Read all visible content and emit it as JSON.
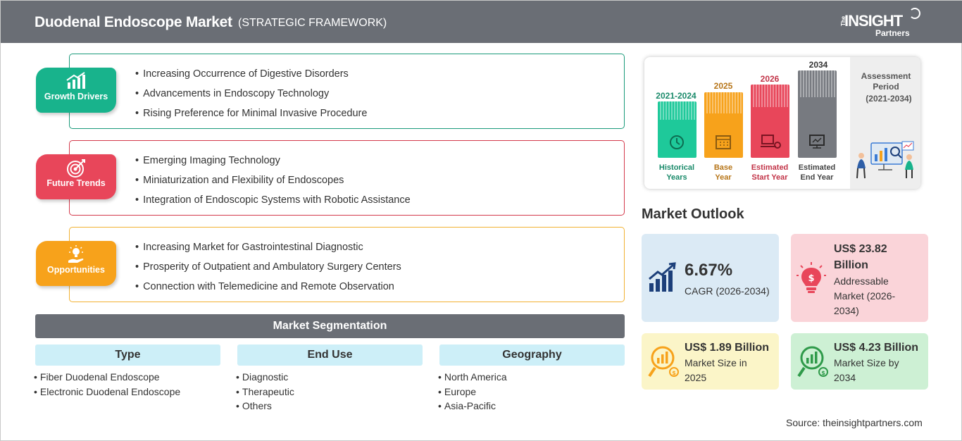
{
  "header": {
    "title": "Duodenal Endoscope Market",
    "subtitle": "(STRATEGIC FRAMEWORK)",
    "logo": {
      "the": "The",
      "insight": "INSIGHT",
      "partners": "Partners"
    }
  },
  "blocks": [
    {
      "badge": "Growth Drivers",
      "color": "#18b38c",
      "border": "#1a9a7a",
      "items": [
        "Increasing Occurrence of Digestive Disorders",
        "Advancements in Endoscopy Technology",
        "Rising Preference for Minimal Invasive Procedure"
      ]
    },
    {
      "badge": "Future Trends",
      "color": "#e8465a",
      "border": "#d43a4c",
      "items": [
        "Emerging Imaging Technology",
        "Miniaturization and Flexibility of Endoscopes",
        "Integration of Endoscopic Systems with Robotic Assistance"
      ]
    },
    {
      "badge": "Opportunities",
      "color": "#f7a21b",
      "border": "#f2b233",
      "items": [
        "Increasing Market for Gastrointestinal Diagnostic",
        "Prosperity of Outpatient and Ambulatory Surgery Centers",
        "Connection with Telemedicine and Remote Observation"
      ]
    }
  ],
  "segmentation": {
    "title": "Market Segmentation",
    "columns": [
      {
        "heading": "Type",
        "items": [
          "Fiber Duodenal Endoscope",
          "Electronic Duodenal Endoscope"
        ]
      },
      {
        "heading": "End Use",
        "items": [
          "Diagnostic",
          "Therapeutic",
          "Others"
        ]
      },
      {
        "heading": "Geography",
        "items": [
          "North America",
          "Europe",
          "Asia-Pacific"
        ]
      }
    ]
  },
  "assessment": {
    "title": "Assessment Period",
    "range": "(2021-2034)",
    "bars": [
      {
        "year": "2021-2024",
        "caption_1": "Historical",
        "caption_2": "Years",
        "color": "#1ec99a",
        "year_color": "#1a8a6a"
      },
      {
        "year": "2025",
        "caption_1": "Base",
        "caption_2": "Year",
        "color": "#f7a21b",
        "year_color": "#b7761a"
      },
      {
        "year": "2026",
        "caption_1": "Estimated",
        "caption_2": "Start Year",
        "color": "#e8465a",
        "year_color": "#c23448"
      },
      {
        "year": "2034",
        "caption_1": "Estimated",
        "caption_2": "End Year",
        "color": "#777a80",
        "year_color": "#333333"
      }
    ]
  },
  "outlook": {
    "title": "Market Outlook",
    "cagr": {
      "value": "6.67%",
      "label": "CAGR (2026-2034)",
      "color": "#dbeaf5"
    },
    "addressable": {
      "value_1": "US$ 23.82",
      "value_2": "Billion",
      "label_1": "Addressable",
      "label_2": "Market (2026-",
      "label_3": "2034)",
      "color": "#fad4d9"
    },
    "size_2025": {
      "value": "US$ 1.89 Billion",
      "label_1": "Market Size in",
      "label_2": "2025",
      "color": "#fbf5c8"
    },
    "size_2034": {
      "value": "US$ 4.23 Billion",
      "label_1": "Market Size by",
      "label_2": "2034",
      "color": "#cdf0d4"
    }
  },
  "source": "Source: theinsightpartners.com"
}
